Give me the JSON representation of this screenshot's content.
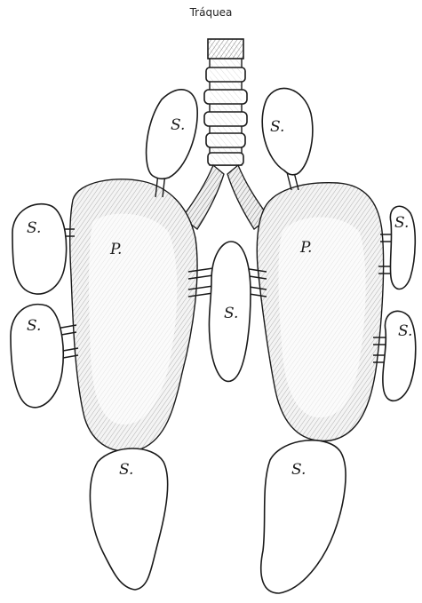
{
  "title": "Tráquea",
  "labels": {
    "top_left_sac": "S.",
    "top_right_sac": "S.",
    "left_upper_sac": "S.",
    "left_lower_sac": "S.",
    "right_upper_sac": "S.",
    "right_lower_sac": "S.",
    "center_sac": "S.",
    "bottom_left_sac": "S.",
    "bottom_right_sac": "S.",
    "left_lung": "P.",
    "right_lung": "P."
  }
}
